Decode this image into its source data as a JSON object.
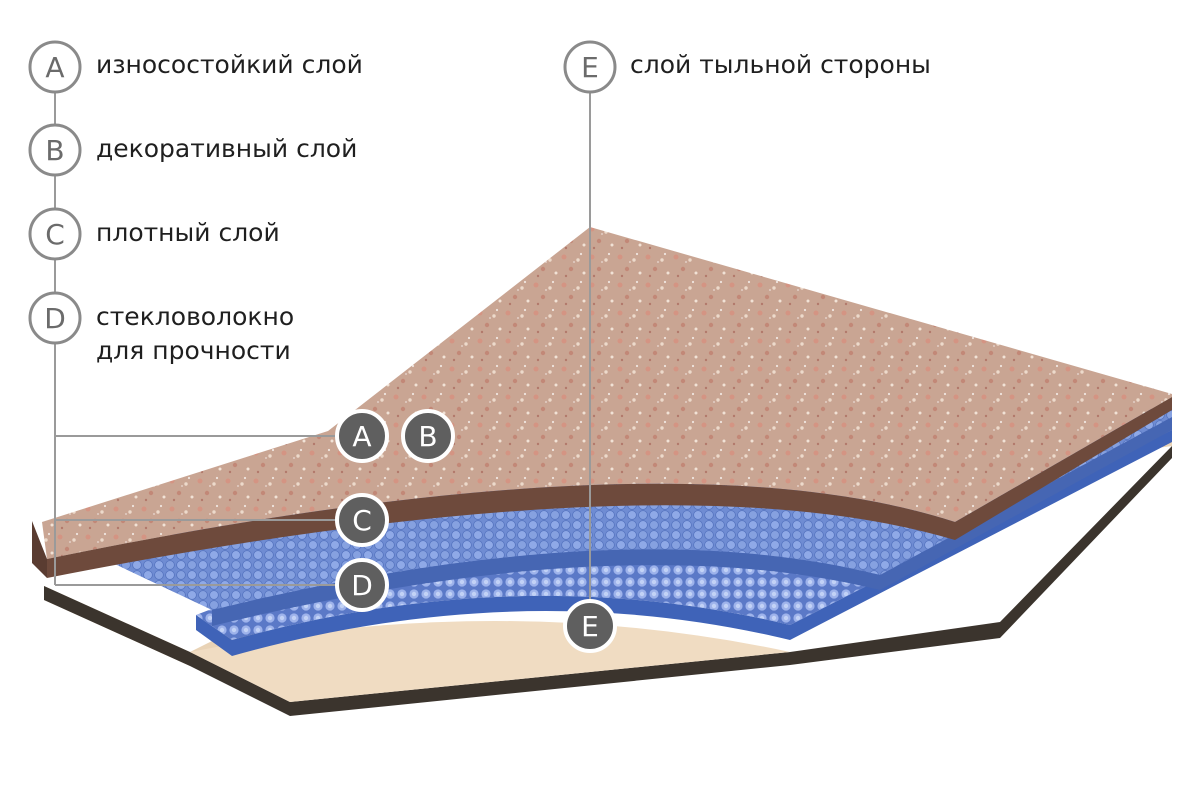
{
  "legend": {
    "A": {
      "letter": "A",
      "label": "износостойкий слой"
    },
    "B": {
      "letter": "B",
      "label": "декоративный слой"
    },
    "C": {
      "letter": "C",
      "label": "плотный слой"
    },
    "D": {
      "letter": "D",
      "label_line1": "стекловолокно",
      "label_line2": "для прочности"
    },
    "E": {
      "letter": "E",
      "label": "слой тыльной стороны"
    }
  },
  "callouts": {
    "A": "A",
    "B": "B",
    "C": "C",
    "D": "D",
    "E": "E"
  },
  "colors": {
    "top_surface": "#c9a593",
    "top_edge": "#6e4a3c",
    "blue_layer": "#6f8cd3",
    "blue_edge": "#4666b3",
    "backing": "#e9d3b6",
    "backing_edge": "#3b342d",
    "callout_fill": "#5f5f5f",
    "outline_badge": "#8a8a8a",
    "leader_line": "#9a9a9a"
  }
}
